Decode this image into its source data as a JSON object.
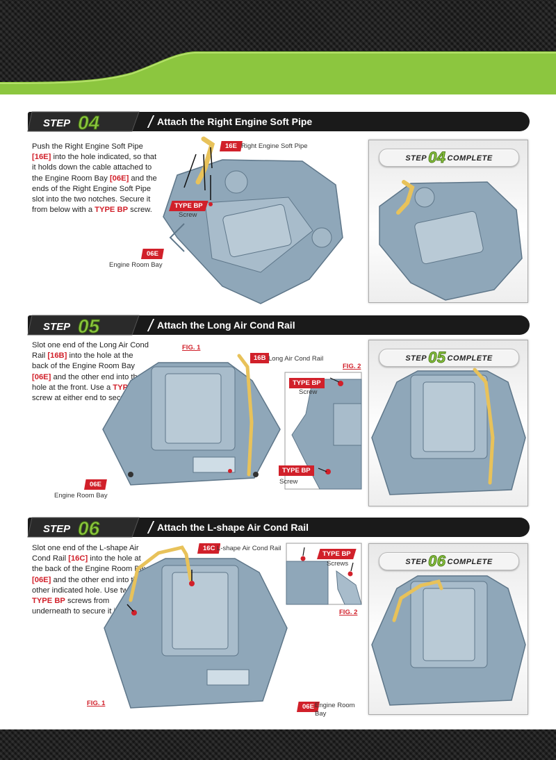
{
  "colors": {
    "accent_green": "#8cc63f",
    "accent_red": "#d1202a",
    "bar": "#1a1a1a",
    "part_blue": "#8fa7b9",
    "part_yellow": "#e8c25a"
  },
  "steps": [
    {
      "label": "STEP",
      "number": "04",
      "title": "Attach the Right Engine Soft Pipe",
      "instructions": [
        {
          "t": "Push the Right Engine Soft Pipe ",
          "red": false
        },
        {
          "t": "[16E]",
          "red": true
        },
        {
          "t": " into the hole indicated, so that it holds down the cable attached to the Engine Room Bay ",
          "red": false
        },
        {
          "t": "[06E]",
          "red": true
        },
        {
          "t": " and the ends of the Right Engine Soft Pipe slot into the two notches. Secure it from below with a ",
          "red": false
        },
        {
          "t": "TYPE BP",
          "red": true
        },
        {
          "t": " screw.",
          "red": false
        }
      ],
      "callouts": {
        "part_code": "16E",
        "part_name": "Right Engine Soft Pipe",
        "screw_code": "TYPE BP",
        "screw_name": "Screw",
        "base_code": "06E",
        "base_name": "Engine Room Bay"
      },
      "complete_prefix": "STEP",
      "complete_number": "04",
      "complete_suffix": "COMPLETE"
    },
    {
      "label": "STEP",
      "number": "05",
      "title": "Attach the Long Air Cond Rail",
      "instructions": [
        {
          "t": "Slot one end of the Long Air Cond Rail ",
          "red": false
        },
        {
          "t": "[16B]",
          "red": true
        },
        {
          "t": " into the hole at the back of the Engine Room Bay ",
          "red": false
        },
        {
          "t": "[06E]",
          "red": true
        },
        {
          "t": " and the other end into the hole at the front. Use a ",
          "red": false
        },
        {
          "t": "TYPE BP",
          "red": true
        },
        {
          "t": " screw at either end to secure it.",
          "red": false
        }
      ],
      "callouts": {
        "fig1": "FIG. 1",
        "fig2": "FIG. 2",
        "part_code": "16B",
        "part_name": "Long Air Cond Rail",
        "screw_code_a": "TYPE BP",
        "screw_name_a": "Screw",
        "screw_code_b": "TYPE BP",
        "screw_name_b": "Screw",
        "base_code": "06E",
        "base_name": "Engine Room Bay"
      },
      "complete_prefix": "STEP",
      "complete_number": "05",
      "complete_suffix": "COMPLETE"
    },
    {
      "label": "STEP",
      "number": "06",
      "title": "Attach the L-shape Air Cond Rail",
      "instructions": [
        {
          "t": "Slot one end of the L-shape Air Cond Rail ",
          "red": false
        },
        {
          "t": "[16C]",
          "red": true
        },
        {
          "t": " into the hole at the back of the Engine Room Bay ",
          "red": false
        },
        {
          "t": "[06E]",
          "red": true
        },
        {
          "t": " and the other end into the other indicated hole. Use two ",
          "red": false
        },
        {
          "t": "TYPE BP",
          "red": true
        },
        {
          "t": " screws from underneath to secure it in place.",
          "red": false
        }
      ],
      "callouts": {
        "fig1": "FIG. 1",
        "fig2": "FIG. 2",
        "part_code": "16C",
        "part_name": "L-shape Air Cond Rail",
        "screw_code": "TYPE BP",
        "screw_name": "Screws",
        "base_code": "06E",
        "base_name_line1": "Engine Room",
        "base_name_line2": "Bay"
      },
      "complete_prefix": "STEP",
      "complete_number": "06",
      "complete_suffix": "COMPLETE"
    }
  ]
}
